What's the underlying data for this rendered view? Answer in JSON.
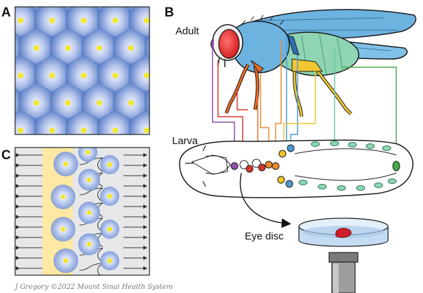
{
  "panels": {
    "a": "A",
    "b": "B",
    "c": "C"
  },
  "labels": {
    "adult": "Adult",
    "larva": "Larva",
    "eye_disc": "Eye disc"
  },
  "credit": "J Gregory ©2022 Mount Sinai Health System",
  "colors": {
    "cell_blue": "#5b7fc7",
    "dot_yellow": "#f2e829",
    "fly_body": "#6cb3e0",
    "fly_abdomen": "#8fd5b3",
    "fly_eye": "#e52d2d",
    "leg_orange": "#ea6a24",
    "leg_yellow": "#f3c733",
    "band_yellow": "#fde9a2",
    "line_purple": "#8e4fa8",
    "line_red": "#d9352d",
    "line_orange": "#ef8a2a",
    "line_yellow": "#efc52a",
    "line_blue": "#4b9ad6",
    "line_teal": "#6dc7a6",
    "line_green": "#4aa84a"
  }
}
